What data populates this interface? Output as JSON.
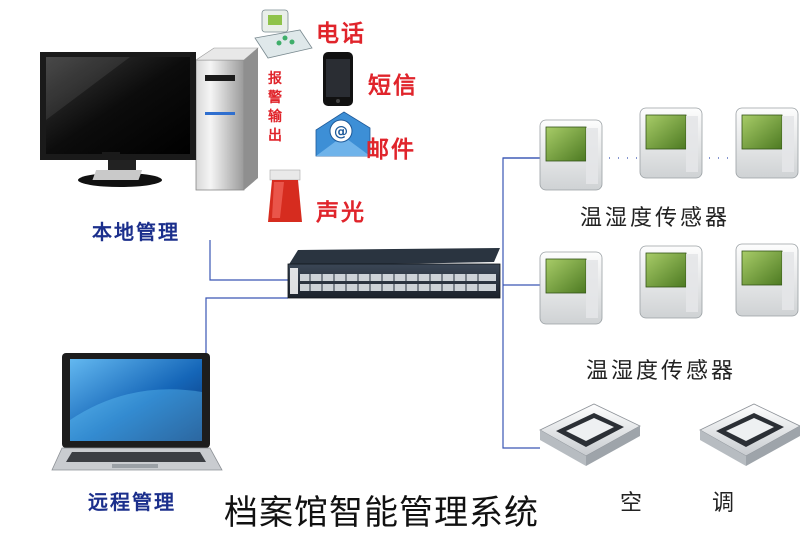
{
  "alarm_outputs": {
    "heading": "报警输出",
    "phone": "电话",
    "sms": "短信",
    "email": "邮件",
    "light_sound": "声光"
  },
  "local_management": "本地管理",
  "remote_management": "远程管理",
  "sensor_groups": [
    "温湿度传感器",
    "温湿度传感器"
  ],
  "ac_label_chars": [
    "空",
    "调"
  ],
  "system_title": "档案馆智能管理系统",
  "icons": [
    "desktop-computer-icon",
    "phone-icon",
    "mobile-phone-icon",
    "email-icon",
    "strobe-siren-icon",
    "network-switch-icon",
    "laptop-icon",
    "sensor-icon",
    "air-conditioner-icon"
  ],
  "colors": {
    "label_red": "#e0242b",
    "label_blue": "#1b2f8c",
    "wire": "#3a56b4",
    "sensor_screen": "#6f9e35"
  }
}
